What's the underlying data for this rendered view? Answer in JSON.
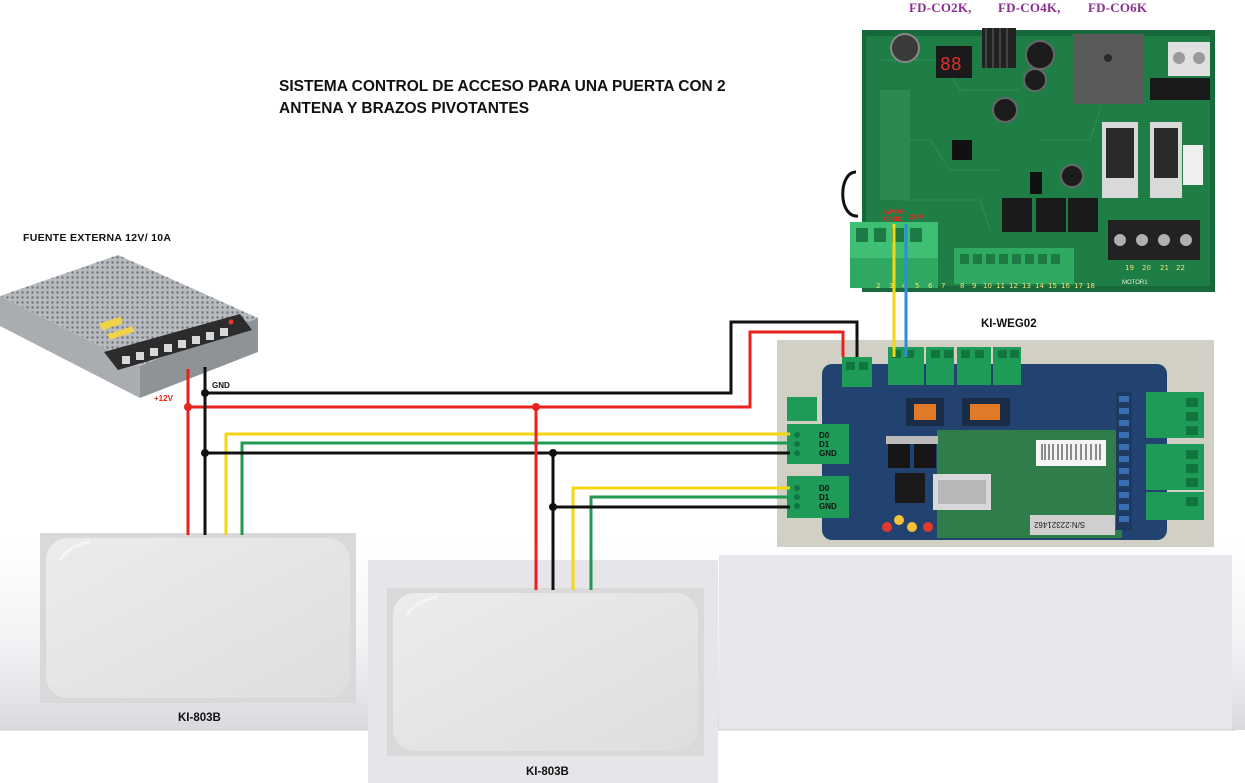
{
  "title_line1": "SISTEMA CONTROL DE ACCESO PARA UNA PUERTA CON 2",
  "title_line2": "ANTENA Y BRAZOS PIVOTANTES",
  "power_supply": {
    "label": "FUENTE EXTERNA 12V/ 10A",
    "plus_label": "+12V",
    "gnd_label": "GND"
  },
  "gate_controller": {
    "models": [
      "FD-CO2K,",
      "FD-CO4K,",
      "FD-CO6K"
    ],
    "swipe_label": "SWIPE CARD",
    "com_label": "COM",
    "bottom_label": "MOTOR1"
  },
  "access_board": {
    "label": "KI-WEG02",
    "port1_pins": [
      "D0",
      "D1",
      "GND"
    ],
    "port2_pins": [
      "D0",
      "D1",
      "GND"
    ],
    "serial": "S/N:22321462"
  },
  "readers": [
    {
      "label": "KI-803B"
    },
    {
      "label": "KI-803B"
    }
  ],
  "colors": {
    "wire_positive": "#e8231d",
    "wire_ground": "#111111",
    "wire_d0": "#f5d711",
    "wire_d1": "#1f9a50",
    "wire_com": "#2b8fd8",
    "board_pcb": "#1c7a43",
    "board_blue": "#22436f",
    "terminal_green": "#1d9b57",
    "title_purple": "#8a2f8f"
  }
}
